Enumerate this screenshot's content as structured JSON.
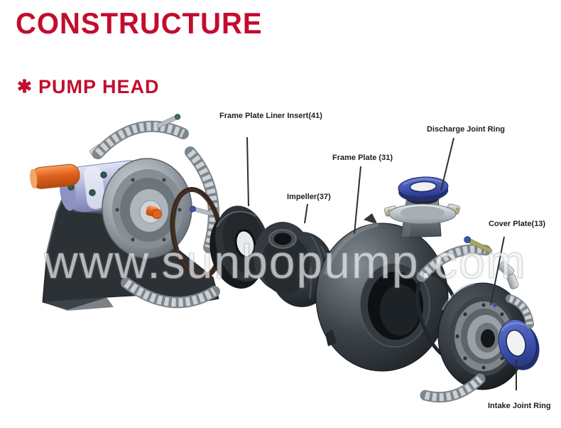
{
  "page": {
    "title": "CONSTRUCTURE",
    "star": "✱",
    "subtitle": "PUMP HEAD",
    "watermark": "www.sunbopump.com"
  },
  "diagram": {
    "labels": [
      {
        "id": "frame-plate-liner-insert",
        "text": "Frame Plate Liner Insert(41)"
      },
      {
        "id": "discharge-joint-ring",
        "text": "Discharge Joint Ring"
      },
      {
        "id": "frame-plate",
        "text": "Frame Plate (31)"
      },
      {
        "id": "impeller",
        "text": "Impeller(37)"
      },
      {
        "id": "cover-plate",
        "text": "Cover Plate(13)"
      },
      {
        "id": "intake-joint-ring",
        "text": "Intake Joint Ring"
      }
    ],
    "parts": [
      "bearing-assembly",
      "pump-shaft",
      "bearing-housing",
      "pump-base",
      "clamp-ring-segments",
      "o-ring-gaskets",
      "frame-plate-liner-insert",
      "impeller",
      "frame-plate-volute",
      "discharge-joint-ring",
      "cover-plate",
      "intake-joint-ring"
    ]
  },
  "colors": {
    "heading_red": "#c30d2e",
    "label_text": "#202020",
    "joint_ring_blue": "#3a4fae",
    "shaft_orange": "#e2611b",
    "housing_lavender": "#a9aed6",
    "metal_gray": "#b7bdc1",
    "casting_dark": "#2b3035",
    "watermark_white": "#ffffff"
  }
}
